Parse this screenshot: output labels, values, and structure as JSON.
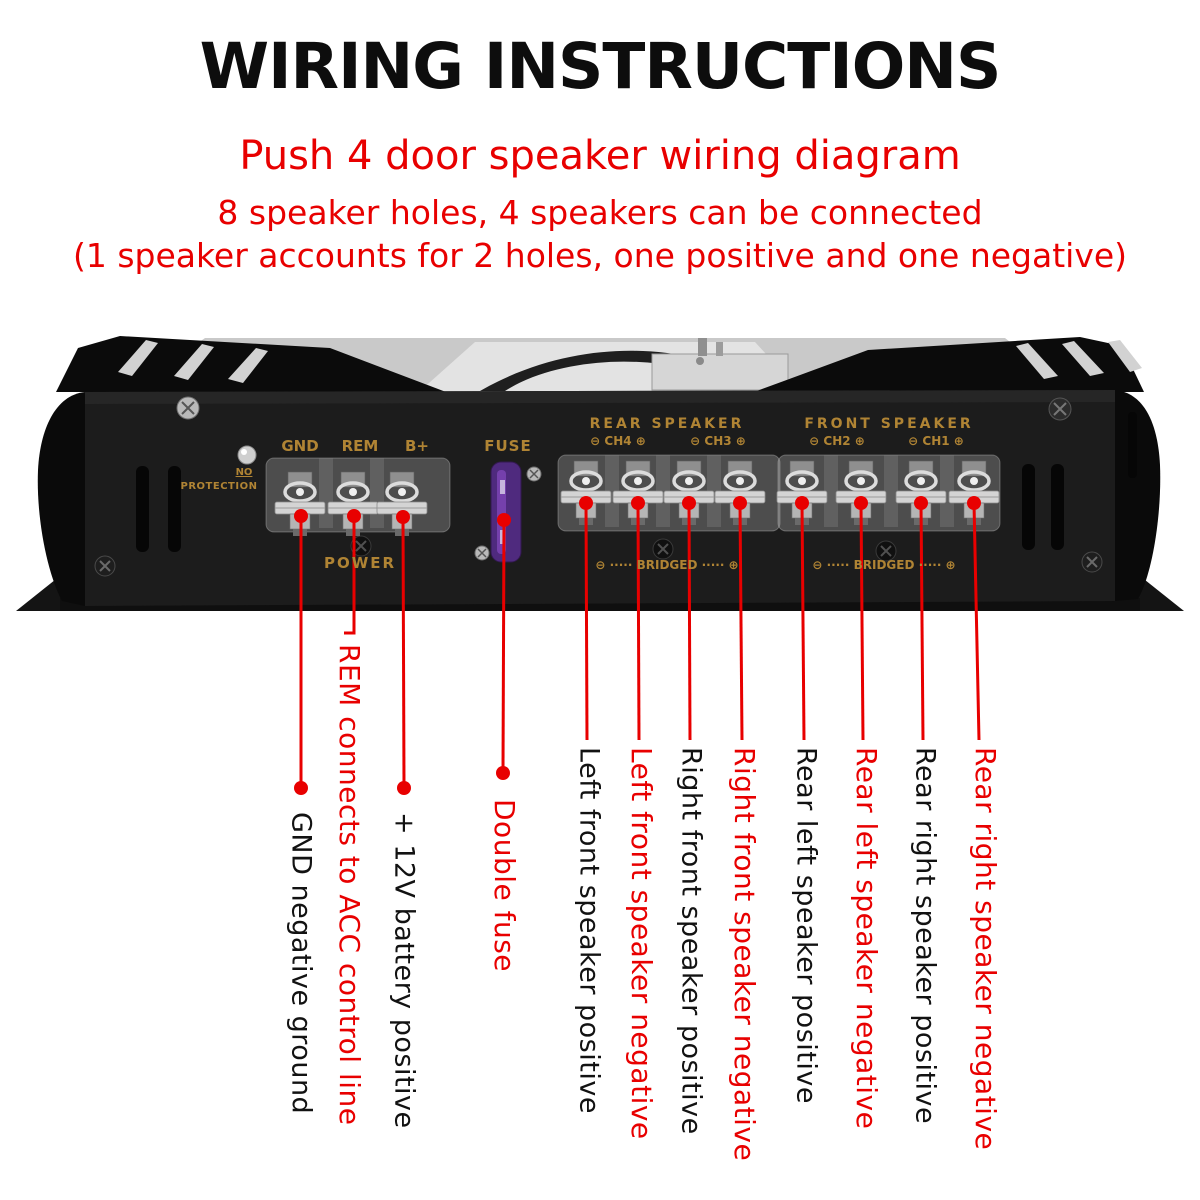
{
  "colors": {
    "accent_red": "#e80000",
    "panel_gold": "#b08434",
    "panel_black": "#1c1c1c"
  },
  "header": {
    "title": "WIRING INSTRUCTIONS",
    "subtitle": "Push 4 door speaker wiring diagram",
    "note1": "8 speaker holes, 4 speakers can be connected",
    "note2": "(1 speaker accounts for 2 holes, one positive and one negative)"
  },
  "panel": {
    "protection_line1": "NO",
    "protection_line2": "PROTECTION",
    "power_terminals": [
      "GND",
      "REM",
      "B+"
    ],
    "power": "POWER",
    "fuse": "FUSE",
    "rear_speaker": "REAR SPEAKER",
    "front_speaker": "FRONT SPEAKER",
    "channels": [
      "⊖ CH4 ⊕",
      "⊖ CH3 ⊕",
      "⊖ CH2 ⊕",
      "⊖ CH1 ⊕"
    ],
    "bridged": "⊖ ····· BRIDGED ····· ⊕"
  },
  "wire_labels": [
    {
      "text": "GND negative ground",
      "color": "black"
    },
    {
      "text": "REM connects to ACC control line",
      "color": "red"
    },
    {
      "text": "+ 12V battery positive",
      "color": "black"
    },
    {
      "text": "Double fuse",
      "color": "red"
    },
    {
      "text": "Left front speaker positive",
      "color": "black"
    },
    {
      "text": "Left front speaker negative",
      "color": "red"
    },
    {
      "text": "Right front speaker positive",
      "color": "black"
    },
    {
      "text": "Right front speaker negative",
      "color": "red"
    },
    {
      "text": "Rear left speaker positive",
      "color": "black"
    },
    {
      "text": "Rear left speaker negative",
      "color": "red"
    },
    {
      "text": "Rear right speaker positive",
      "color": "black"
    },
    {
      "text": "Rear right speaker negative",
      "color": "red"
    }
  ]
}
